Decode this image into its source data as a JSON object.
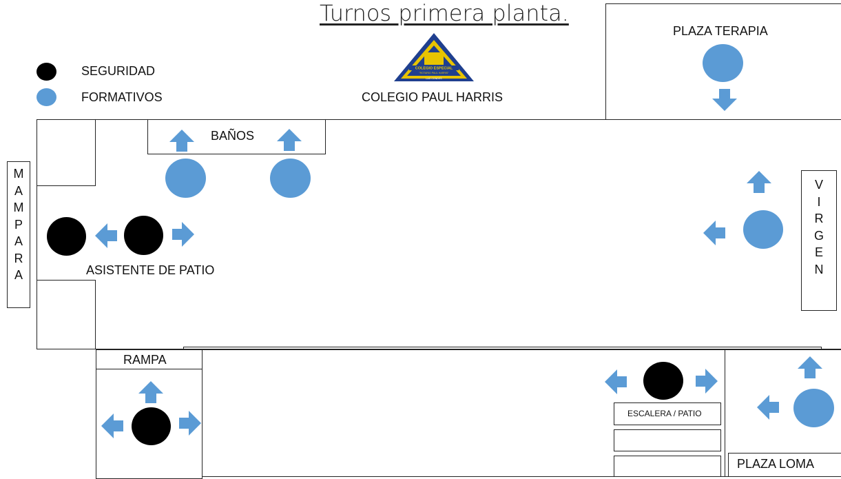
{
  "title": "Turnos primera planta.",
  "school_name": "COLEGIO PAUL HARRIS",
  "logo": {
    "text_line1": "COLEGIO ESPECIAL",
    "text_line2": "\"ROTARIO PAUL HARRIS\"",
    "text_line3": "LAS CONDES"
  },
  "legend": {
    "items": [
      {
        "label": "SEGURIDAD",
        "color": "#000000"
      },
      {
        "label": "FORMATIVOS",
        "color": "#5b9bd5"
      }
    ]
  },
  "areas": {
    "banos": "BAÑOS",
    "plaza_terapia": "PLAZA TERAPIA",
    "mampara": [
      "M",
      "A",
      "M",
      "P",
      "A",
      "R",
      "A"
    ],
    "virgen": [
      "V",
      "I",
      "R",
      "G",
      "E",
      "N"
    ],
    "asistente": "ASISTENTE DE PATIO",
    "rampa": "RAMPA",
    "escalera": "ESCALERA / PATIO",
    "plaza_loma": "PLAZA LOMA"
  },
  "colors": {
    "formativo": "#5b9bd5",
    "seguridad": "#000000",
    "arrow": "#5b9bd5",
    "logo_triangle": "#1f3f8f",
    "logo_fill": "#e8c400"
  }
}
